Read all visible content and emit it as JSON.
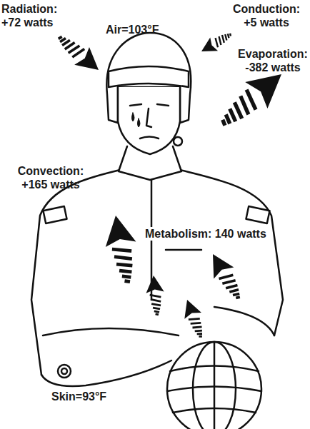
{
  "diagram": {
    "labels": [
      "Radiation: +72 watts",
      "Air=103°F",
      "Conduction: +5 watts",
      "Evaporation: -382 watts",
      "Convection: +165 watts",
      "Metabolism: 140 watts",
      "Skin=93°F"
    ]
  }
}
